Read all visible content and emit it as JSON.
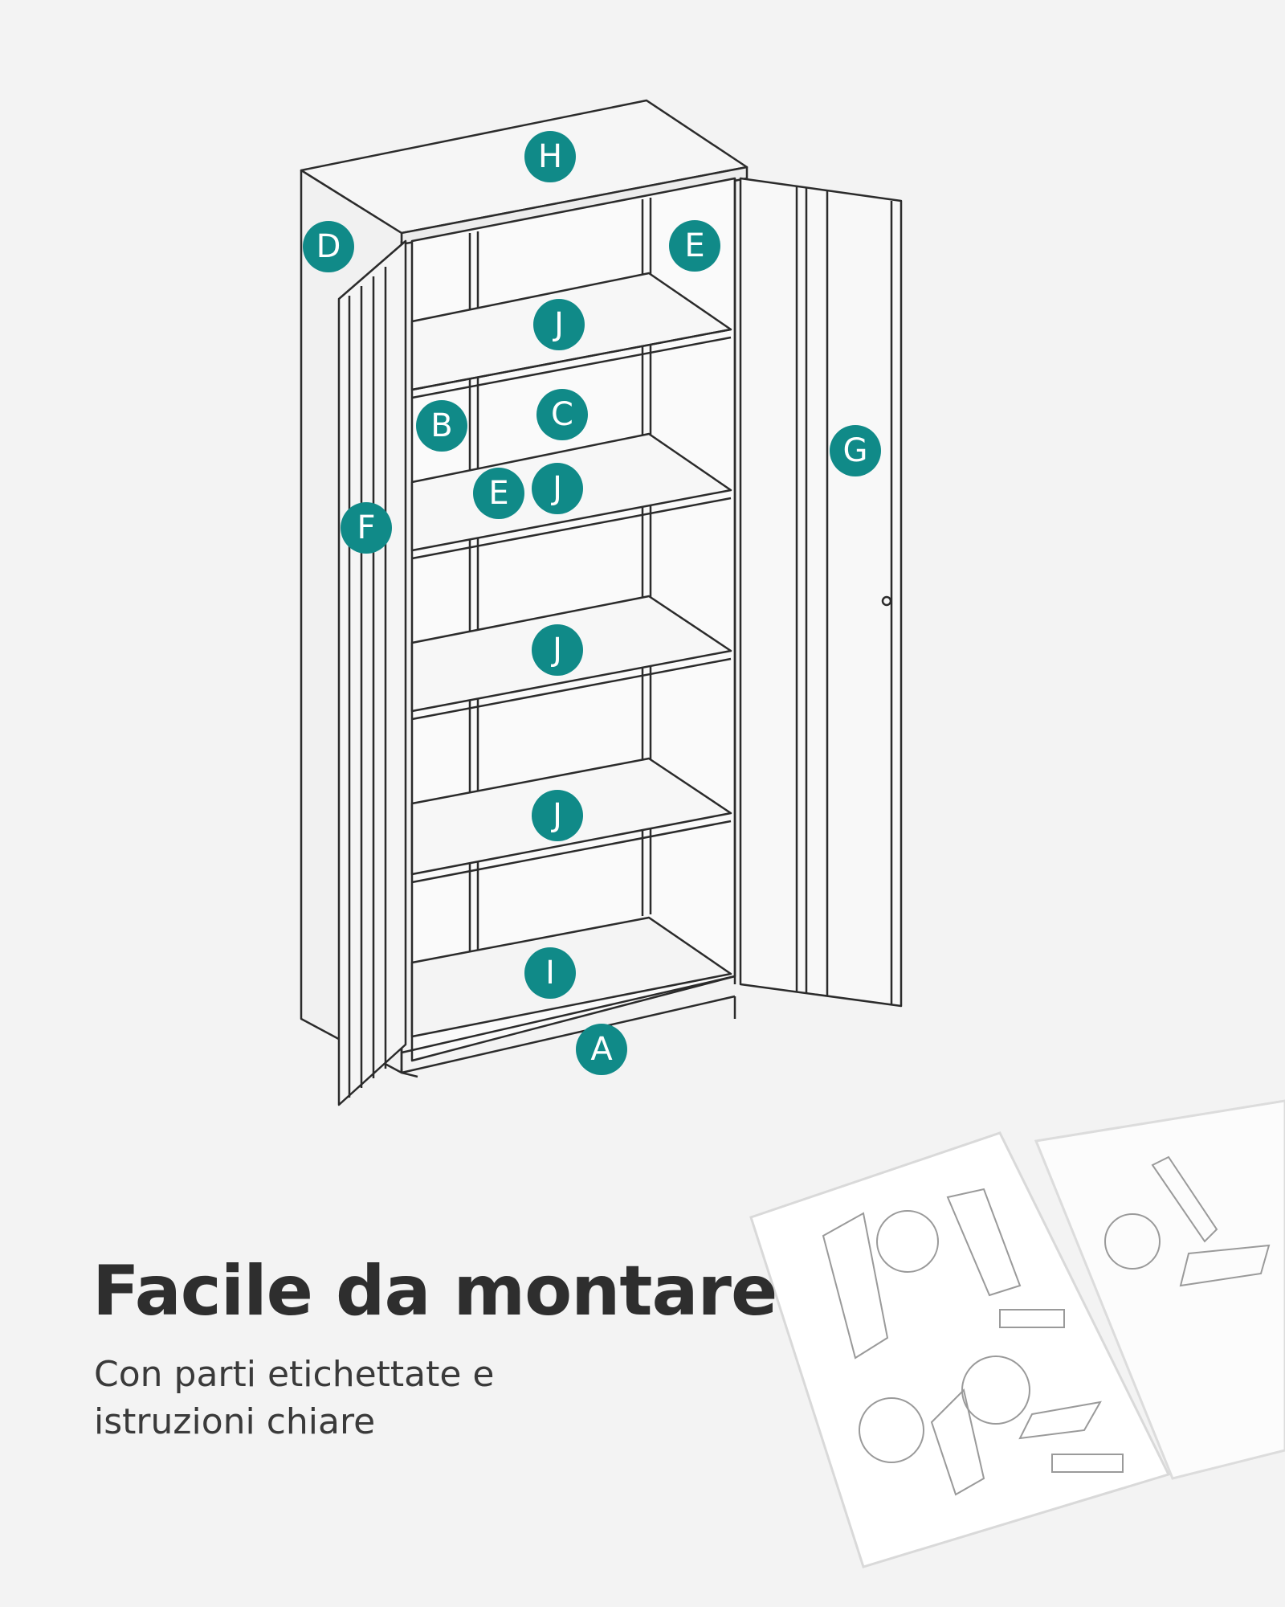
{
  "headline": "Facile da montare",
  "subline": "Con parti etichettate e istruzioni chiare",
  "colors": {
    "background": "#f3f3f3",
    "badge": "#108a88",
    "line": "#2b2b2b",
    "headline": "#2e2e2e"
  },
  "part_labels": {
    "h": "H",
    "d": "D",
    "e_top": "E",
    "j1": "J",
    "b": "B",
    "c": "C",
    "g": "G",
    "e_mid": "E",
    "j2": "J",
    "f": "F",
    "j3": "J",
    "j4": "J",
    "i": "I",
    "a": "A"
  }
}
